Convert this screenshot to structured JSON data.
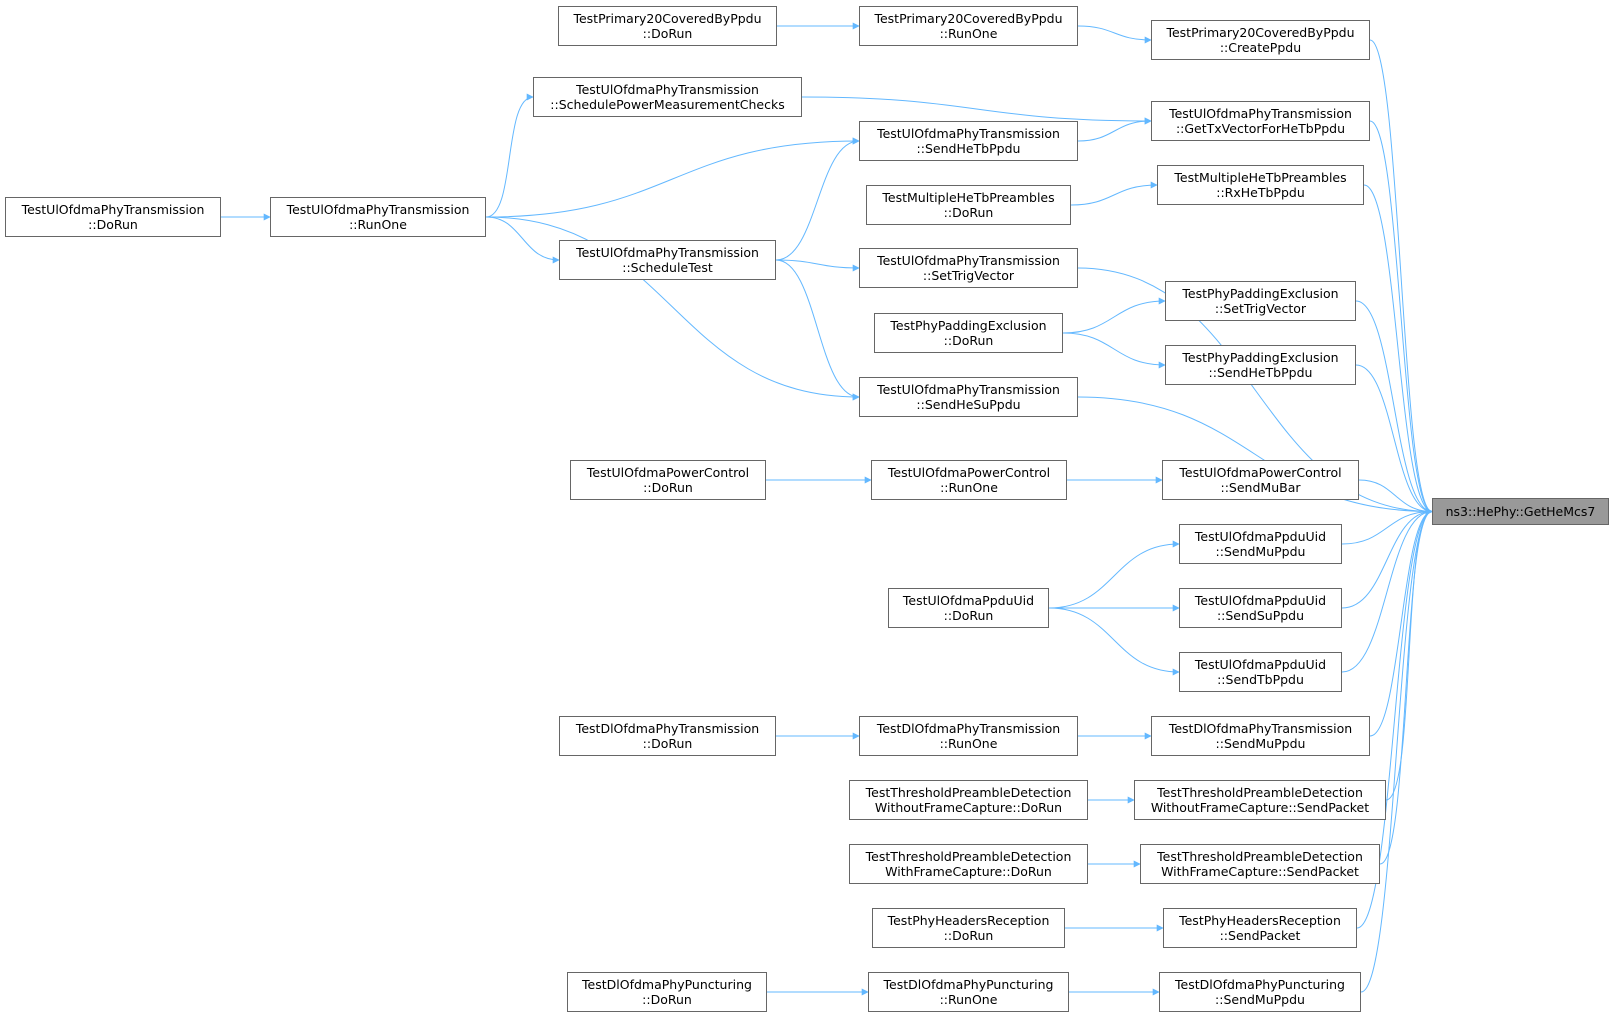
{
  "colors": {
    "edge": "#63b8ff",
    "node_border": "#666666",
    "root_fill": "#999999",
    "node_fill": "#ffffff"
  },
  "nodes": {
    "root": {
      "lines": [
        "ns3::HePhy::GetHeMcs7"
      ]
    },
    "n1": {
      "lines": [
        "TestPrimary20CoveredByPpdu",
        "::CreatePpdu"
      ]
    },
    "n2": {
      "lines": [
        "TestPrimary20CoveredByPpdu",
        "::RunOne"
      ]
    },
    "n3": {
      "lines": [
        "TestPrimary20CoveredByPpdu",
        "::DoRun"
      ]
    },
    "n4": {
      "lines": [
        "TestUlOfdmaPhyTransmission",
        "::GetTxVectorForHeTbPpdu"
      ]
    },
    "n5": {
      "lines": [
        "TestUlOfdmaPhyTransmission",
        "::SchedulePowerMeasurementChecks"
      ]
    },
    "n6": {
      "lines": [
        "TestUlOfdmaPhyTransmission",
        "::RunOne"
      ]
    },
    "n7": {
      "lines": [
        "TestUlOfdmaPhyTransmission",
        "::DoRun"
      ]
    },
    "n8": {
      "lines": [
        "TestUlOfdmaPhyTransmission",
        "::SendHeTbPpdu"
      ]
    },
    "n9": {
      "lines": [
        "TestUlOfdmaPhyTransmission",
        "::ScheduleTest"
      ]
    },
    "n10": {
      "lines": [
        "TestMultipleHeTbPreambles",
        "::RxHeTbPpdu"
      ]
    },
    "n11": {
      "lines": [
        "TestMultipleHeTbPreambles",
        "::DoRun"
      ]
    },
    "n12": {
      "lines": [
        "TestUlOfdmaPhyTransmission",
        "::SetTrigVector"
      ]
    },
    "n13": {
      "lines": [
        "TestPhyPaddingExclusion",
        "::SetTrigVector"
      ]
    },
    "n14": {
      "lines": [
        "TestPhyPaddingExclusion",
        "::DoRun"
      ]
    },
    "n15": {
      "lines": [
        "TestPhyPaddingExclusion",
        "::SendHeTbPpdu"
      ]
    },
    "n16": {
      "lines": [
        "TestUlOfdmaPhyTransmission",
        "::SendHeSuPpdu"
      ]
    },
    "n17": {
      "lines": [
        "TestUlOfdmaPowerControl",
        "::SendMuBar"
      ]
    },
    "n18": {
      "lines": [
        "TestUlOfdmaPowerControl",
        "::RunOne"
      ]
    },
    "n19": {
      "lines": [
        "TestUlOfdmaPowerControl",
        "::DoRun"
      ]
    },
    "n20": {
      "lines": [
        "TestUlOfdmaPpduUid",
        "::SendMuPpdu"
      ]
    },
    "n21": {
      "lines": [
        "TestUlOfdmaPpduUid",
        "::DoRun"
      ]
    },
    "n22": {
      "lines": [
        "TestUlOfdmaPpduUid",
        "::SendSuPpdu"
      ]
    },
    "n23": {
      "lines": [
        "TestUlOfdmaPpduUid",
        "::SendTbPpdu"
      ]
    },
    "n24": {
      "lines": [
        "TestDlOfdmaPhyTransmission",
        "::SendMuPpdu"
      ]
    },
    "n25": {
      "lines": [
        "TestDlOfdmaPhyTransmission",
        "::RunOne"
      ]
    },
    "n26": {
      "lines": [
        "TestDlOfdmaPhyTransmission",
        "::DoRun"
      ]
    },
    "n27": {
      "lines": [
        "TestThresholdPreambleDetection",
        "WithoutFrameCapture::SendPacket"
      ]
    },
    "n28": {
      "lines": [
        "TestThresholdPreambleDetection",
        "WithoutFrameCapture::DoRun"
      ]
    },
    "n29": {
      "lines": [
        "TestThresholdPreambleDetection",
        "WithFrameCapture::SendPacket"
      ]
    },
    "n30": {
      "lines": [
        "TestThresholdPreambleDetection",
        "WithFrameCapture::DoRun"
      ]
    },
    "n31": {
      "lines": [
        "TestPhyHeadersReception",
        "::SendPacket"
      ]
    },
    "n32": {
      "lines": [
        "TestPhyHeadersReception",
        "::DoRun"
      ]
    },
    "n33": {
      "lines": [
        "TestDlOfdmaPhyPuncturing",
        "::SendMuPpdu"
      ]
    },
    "n34": {
      "lines": [
        "TestDlOfdmaPhyPuncturing",
        "::RunOne"
      ]
    },
    "n35": {
      "lines": [
        "TestDlOfdmaPhyPuncturing",
        "::DoRun"
      ]
    }
  },
  "edges": [
    [
      "n1",
      "root"
    ],
    [
      "n4",
      "root"
    ],
    [
      "n10",
      "root"
    ],
    [
      "n12",
      "root"
    ],
    [
      "n13",
      "root"
    ],
    [
      "n15",
      "root"
    ],
    [
      "n16",
      "root"
    ],
    [
      "n17",
      "root"
    ],
    [
      "n20",
      "root"
    ],
    [
      "n22",
      "root"
    ],
    [
      "n23",
      "root"
    ],
    [
      "n24",
      "root"
    ],
    [
      "n27",
      "root"
    ],
    [
      "n29",
      "root"
    ],
    [
      "n31",
      "root"
    ],
    [
      "n33",
      "root"
    ],
    [
      "n2",
      "n1"
    ],
    [
      "n3",
      "n2"
    ],
    [
      "n5",
      "n4"
    ],
    [
      "n8",
      "n4"
    ],
    [
      "n6",
      "n5"
    ],
    [
      "n6",
      "n8"
    ],
    [
      "n9",
      "n8"
    ],
    [
      "n7",
      "n6"
    ],
    [
      "n6",
      "n9"
    ],
    [
      "n6",
      "n16"
    ],
    [
      "n9",
      "n12"
    ],
    [
      "n9",
      "n16"
    ],
    [
      "n11",
      "n10"
    ],
    [
      "n14",
      "n13"
    ],
    [
      "n14",
      "n15"
    ],
    [
      "n18",
      "n17"
    ],
    [
      "n19",
      "n18"
    ],
    [
      "n21",
      "n20"
    ],
    [
      "n21",
      "n22"
    ],
    [
      "n21",
      "n23"
    ],
    [
      "n25",
      "n24"
    ],
    [
      "n26",
      "n25"
    ],
    [
      "n28",
      "n27"
    ],
    [
      "n30",
      "n29"
    ],
    [
      "n32",
      "n31"
    ],
    [
      "n34",
      "n33"
    ],
    [
      "n35",
      "n34"
    ]
  ]
}
